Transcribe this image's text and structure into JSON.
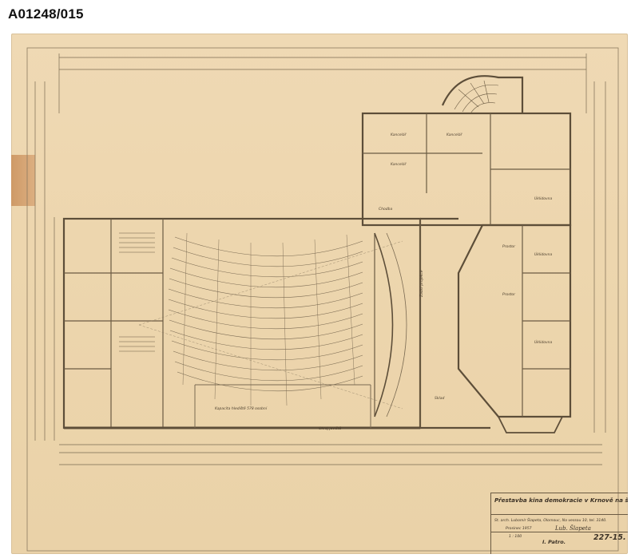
{
  "archive_id": "A01248/015",
  "title_block": {
    "title": "Přestavba kina demokracie v Krnově na široký formát.",
    "author_line": "St. arch. Lubomír Šlapeta, Olomouc, Na vessou 10, tel. 3140.",
    "date_line": "Prosinec 1957",
    "scale": "1 : 100",
    "signature": "Lub. Šlapeta",
    "floor": "I. Patro.",
    "drawing_number": "227-15."
  },
  "plan_labels": {
    "auditorium_capacity": "Kapacita hlediště 578 osobní",
    "stage_side": "Okraj jeviště",
    "corridor": "Chodba",
    "office_1": "Kancelář",
    "office_2": "Kancelář",
    "office_3": "Kancelář",
    "room_1": "Prostor",
    "room_2": "Prostor",
    "room_3": "Úklidovna",
    "room_4": "Úklidovna",
    "room_5": "Úklidovna",
    "room_6": "Sklad",
    "screen_room": "Zadní projekce"
  },
  "colors": {
    "paper": "#ecd5ad",
    "ink": "#6b5b43",
    "tape": "#c98f5a"
  }
}
